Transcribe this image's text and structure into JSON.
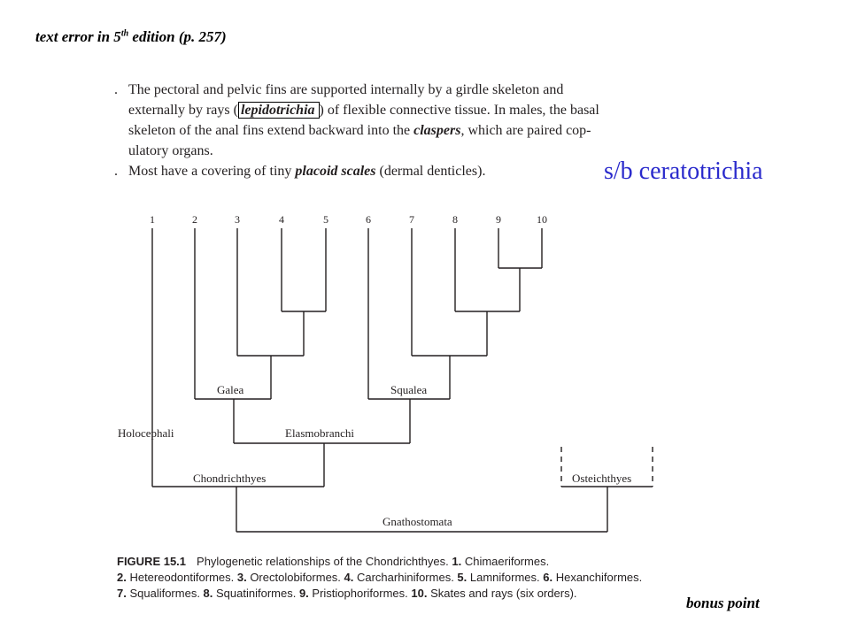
{
  "header_note": {
    "text": "text error in 5",
    "sup": "th",
    "rest": " edition (p. 257)"
  },
  "correction": "s/b ceratotrichia",
  "footer_note": "bonus point",
  "textbook": {
    "bullet_char": ".",
    "p1_l1": "The pectoral and pelvic fins are supported internally by a girdle skeleton and",
    "p1_l2_a": "externally by rays (",
    "p1_l2_term": "lepidotrichia",
    "p1_l2_b": ") of flexible connective tissue. In males, the basal",
    "p1_l3": "skeleton of the anal fins extend backward into the ",
    "p1_l3_term": "claspers",
    "p1_l3_b": ", which are paired cop-",
    "p1_l4": "ulatory organs.",
    "p2_a": "Most have a covering of tiny ",
    "p2_term": "placoid scales",
    "p2_b": " (dermal denticles)."
  },
  "tree": {
    "tips": [
      "1",
      "2",
      "3",
      "4",
      "5",
      "6",
      "7",
      "8",
      "9",
      "10"
    ],
    "clades": {
      "galea": "Galea",
      "squalea": "Squalea",
      "holocephali": "Holocephali",
      "elasmobranchi": "Elasmobranchi",
      "chondrichthyes": "Chondrichthyes",
      "osteichthyes": "Osteichthyes",
      "gnathostomata": "Gnathostomata"
    }
  },
  "caption": {
    "fig_label": "FIGURE 15.1",
    "intro": "Phylogenetic relationships of the Chondrichthyes. ",
    "n1": "1.",
    "t1": " Chimaeriformes.",
    "n2": "2.",
    "t2": " Hetereodontiformes. ",
    "n3": "3.",
    "t3": " Orectolobiformes. ",
    "n4": "4.",
    "t4": " Carcharhiniformes. ",
    "n5": "5.",
    "t5": " Lamniformes. ",
    "n6": "6.",
    "t6": " Hexanchiformes.",
    "n7": "7.",
    "t7": " Squaliformes. ",
    "n8": "8.",
    "t8": " Squatiniformes. ",
    "n9": "9.",
    "t9": " Pristiophoriformes. ",
    "n10": "10.",
    "t10": " Skates and rays (six orders)."
  }
}
